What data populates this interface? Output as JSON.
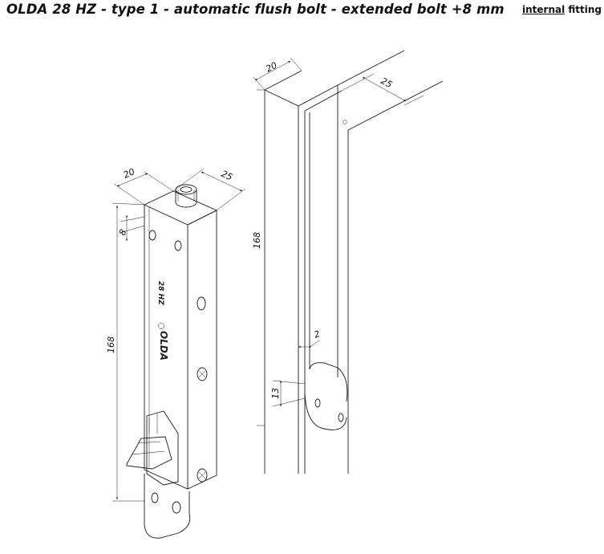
{
  "header": {
    "title": "OLDA 28 HZ - type 1 - automatic flush bolt - extended bolt +8 mm",
    "tag_part1": "internal",
    "tag_part2": "fitting"
  },
  "left_view": {
    "dim_width": "20",
    "dim_depth": "25",
    "dim_bolt": "8",
    "dim_height": "168",
    "body_marking": "28 HZ",
    "brand_marking": "OLDA"
  },
  "right_view": {
    "dim_width": "20",
    "dim_depth": "25",
    "dim_height": "168",
    "dim_gap": "2",
    "dim_bottom": "13"
  }
}
